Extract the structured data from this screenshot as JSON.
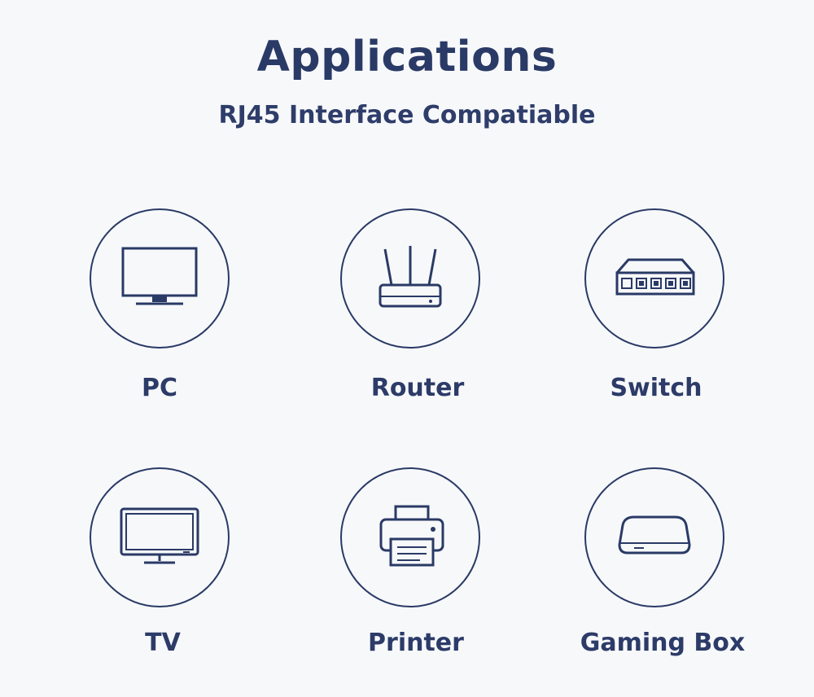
{
  "header": {
    "title": "Applications",
    "subtitle": "RJ45 Interface Compatiable"
  },
  "items": [
    {
      "label": "PC",
      "icon": "pc-monitor-icon"
    },
    {
      "label": "Router",
      "icon": "router-icon"
    },
    {
      "label": "Switch",
      "icon": "network-switch-icon"
    },
    {
      "label": "TV",
      "icon": "tv-icon"
    },
    {
      "label": "Printer",
      "icon": "printer-icon"
    },
    {
      "label": "Gaming Box",
      "icon": "gaming-box-icon"
    }
  ],
  "colors": {
    "primary": "#2a3a66",
    "background": "#f7f8fa"
  }
}
